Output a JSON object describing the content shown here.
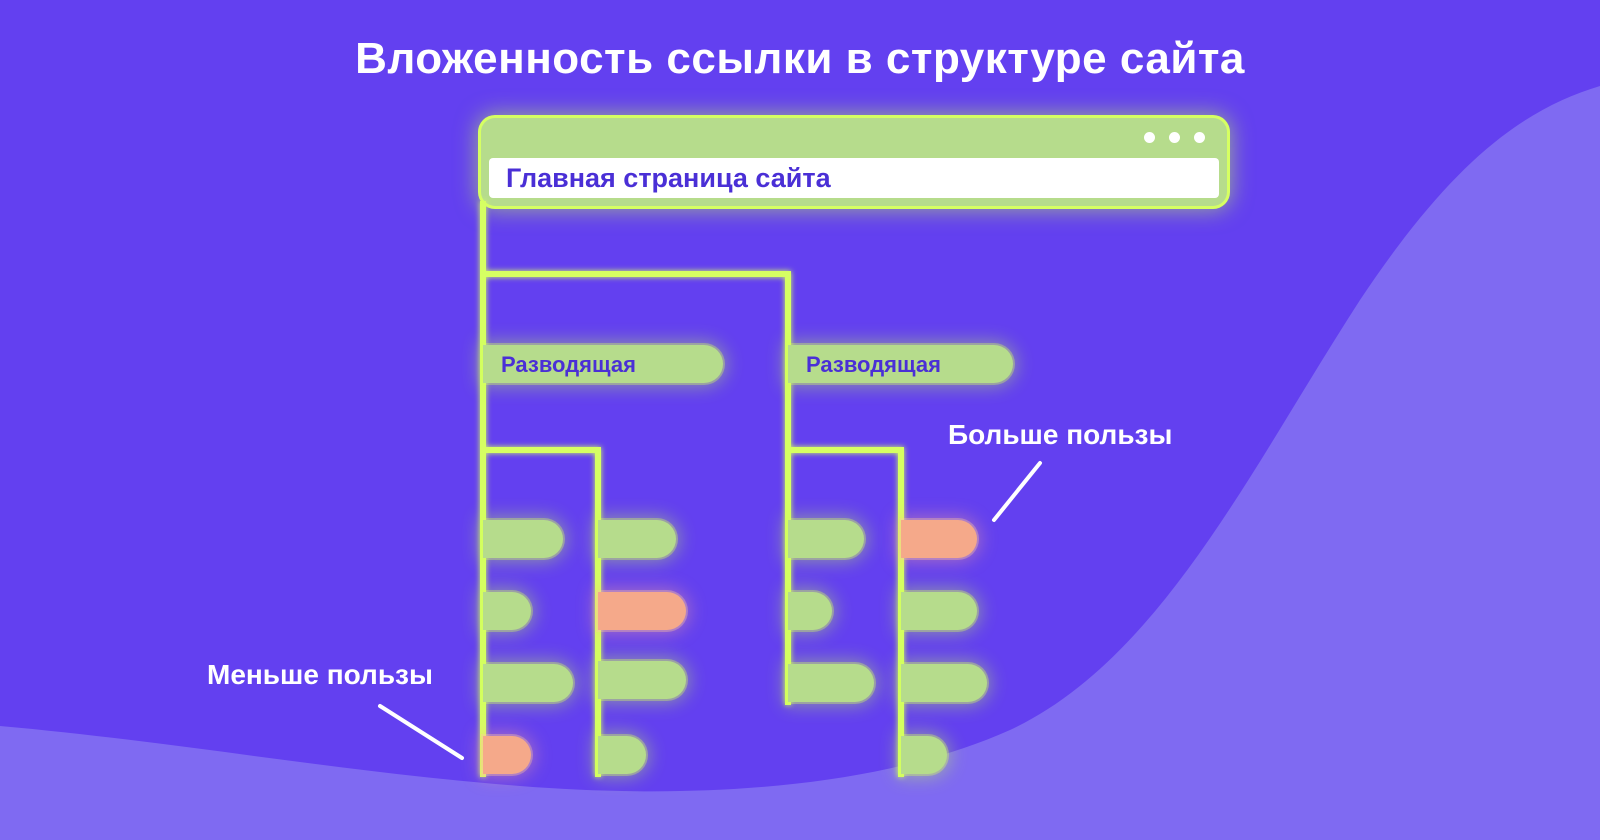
{
  "title": "Вложенность ссылки в структуре сайта",
  "browser": {
    "address_text": "Главная страница сайта",
    "dots_icon": "more-dots-icon"
  },
  "hubs": [
    {
      "label": "Разводящая"
    },
    {
      "label": "Разводящая"
    }
  ],
  "annotations": {
    "less": "Меньше пользы",
    "more": "Больше пользы"
  },
  "colors": {
    "background": "#6340f0",
    "wave": "#7f6af2",
    "node": "#b6dc8c",
    "connector": "#d6ff62",
    "highlight": "#f5a98a",
    "label": "#4a2fd6"
  }
}
